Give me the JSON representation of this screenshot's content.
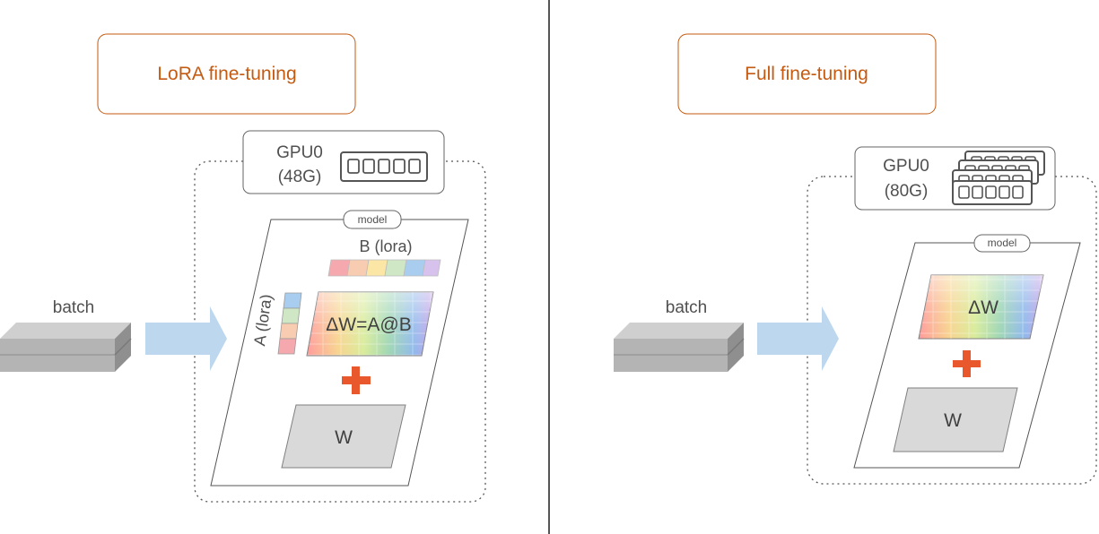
{
  "left_panel": {
    "title": "LoRA fine-tuning",
    "gpu": {
      "name": "GPU0",
      "memory": "(48G)",
      "icon": "memory-chip-icon"
    },
    "batch_label": "batch",
    "model_label": "model",
    "lora_b_label": "B (lora)",
    "lora_a_label": "A (lora)",
    "delta_label": "ΔW=A@B",
    "plus_symbol": "+",
    "weight_label": "W"
  },
  "right_panel": {
    "title": "Full fine-tuning",
    "gpu": {
      "name": "GPU0",
      "memory": "(80G)",
      "icon": "stacked-memory-chips-icon"
    },
    "batch_label": "batch",
    "model_label": "model",
    "delta_label": "ΔW",
    "plus_symbol": "+",
    "weight_label": "W"
  },
  "colors": {
    "title_text": "#c55a11",
    "title_border": "#c55a11",
    "arrow": "#bdd7ee",
    "plus": "#e8582c",
    "weight_fill": "#d9d9d9",
    "divider": "#555555"
  }
}
